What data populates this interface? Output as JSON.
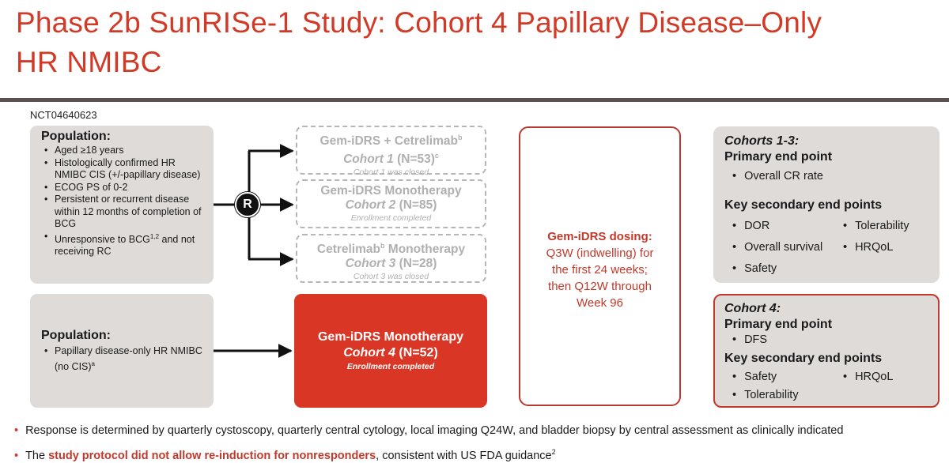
{
  "title": {
    "line1": "Phase 2b SunRISe-1 Study: Cohort 4 Papillary Disease–Only",
    "line2": "HR NMIBC"
  },
  "nct": "NCT04640623",
  "population1": {
    "heading": "Population:",
    "items": [
      "Aged ≥18 years",
      "Histologically confirmed HR NMIBC CIS (+/-papillary disease)",
      "ECOG PS of 0-2",
      "Persistent or recurrent disease within 12 months of completion of BCG",
      "Unresponsive to BCG"
    ],
    "item5_sup": "1,2",
    "item5_cont": "and not receiving RC"
  },
  "population2": {
    "heading": "Population:",
    "item": "Papillary disease-only HR NMIBC (no CIS)",
    "item_sup": "a"
  },
  "randomization": "R",
  "cohorts": [
    {
      "name": "Gem-iDRS + Cetrelimab",
      "name_sup": "b",
      "cohort": "Cohort 1",
      "n": " (N=53)",
      "n_sup": "c",
      "status": "Cohort 1 was closed"
    },
    {
      "name": "Gem-iDRS Monotherapy",
      "name_sup": "",
      "cohort": "Cohort 2",
      "n": " (N=85)",
      "n_sup": "",
      "status": "Enrollment completed"
    },
    {
      "name": "Cetrelimab",
      "name_sup": "b",
      "name_after": " Monotherapy",
      "cohort": "Cohort 3",
      "n": " (N=28)",
      "n_sup": "",
      "status": "Cohort 3 was closed"
    }
  ],
  "cohort4": {
    "name": "Gem-iDRS Monotherapy",
    "cohort": "Cohort 4",
    "n": " (N=52)",
    "status": "Enrollment completed"
  },
  "dosing": {
    "heading": "Gem-iDRS dosing:",
    "lines": [
      "Q3W (indwelling) for",
      "the first 24 weeks;",
      "then Q12W through",
      "Week 96"
    ]
  },
  "endpoints_1_3": {
    "title": "Cohorts 1-3:",
    "primary_head": "Primary end point",
    "primary": "Overall CR rate",
    "secondary_head": "Key secondary end points",
    "secondary": [
      "DOR",
      "Tolerability",
      "Overall survival",
      "HRQoL",
      "Safety"
    ]
  },
  "endpoints_4": {
    "title": "Cohort 4:",
    "primary_head": "Primary end point",
    "primary": "DFS",
    "secondary_head": "Key secondary end points",
    "secondary": [
      "Safety",
      "HRQoL",
      "Tolerability"
    ]
  },
  "footer": {
    "line1": "Response is determined by quarterly cystoscopy, quarterly central cytology, local imaging Q24W, and bladder biopsy by central assessment as clinically indicated",
    "line2_pre": "The ",
    "line2_highlight": "study protocol did not allow re-induction for nonresponders",
    "line2_post": ", consistent with US FDA guidance",
    "line2_sup": "2"
  },
  "colors": {
    "accent_red": "#d03a26",
    "cohort4_fill": "#d93625",
    "gray_box": "#dedbd8",
    "dashed_gray": "#b6b6b6",
    "rule": "#5b5150"
  }
}
